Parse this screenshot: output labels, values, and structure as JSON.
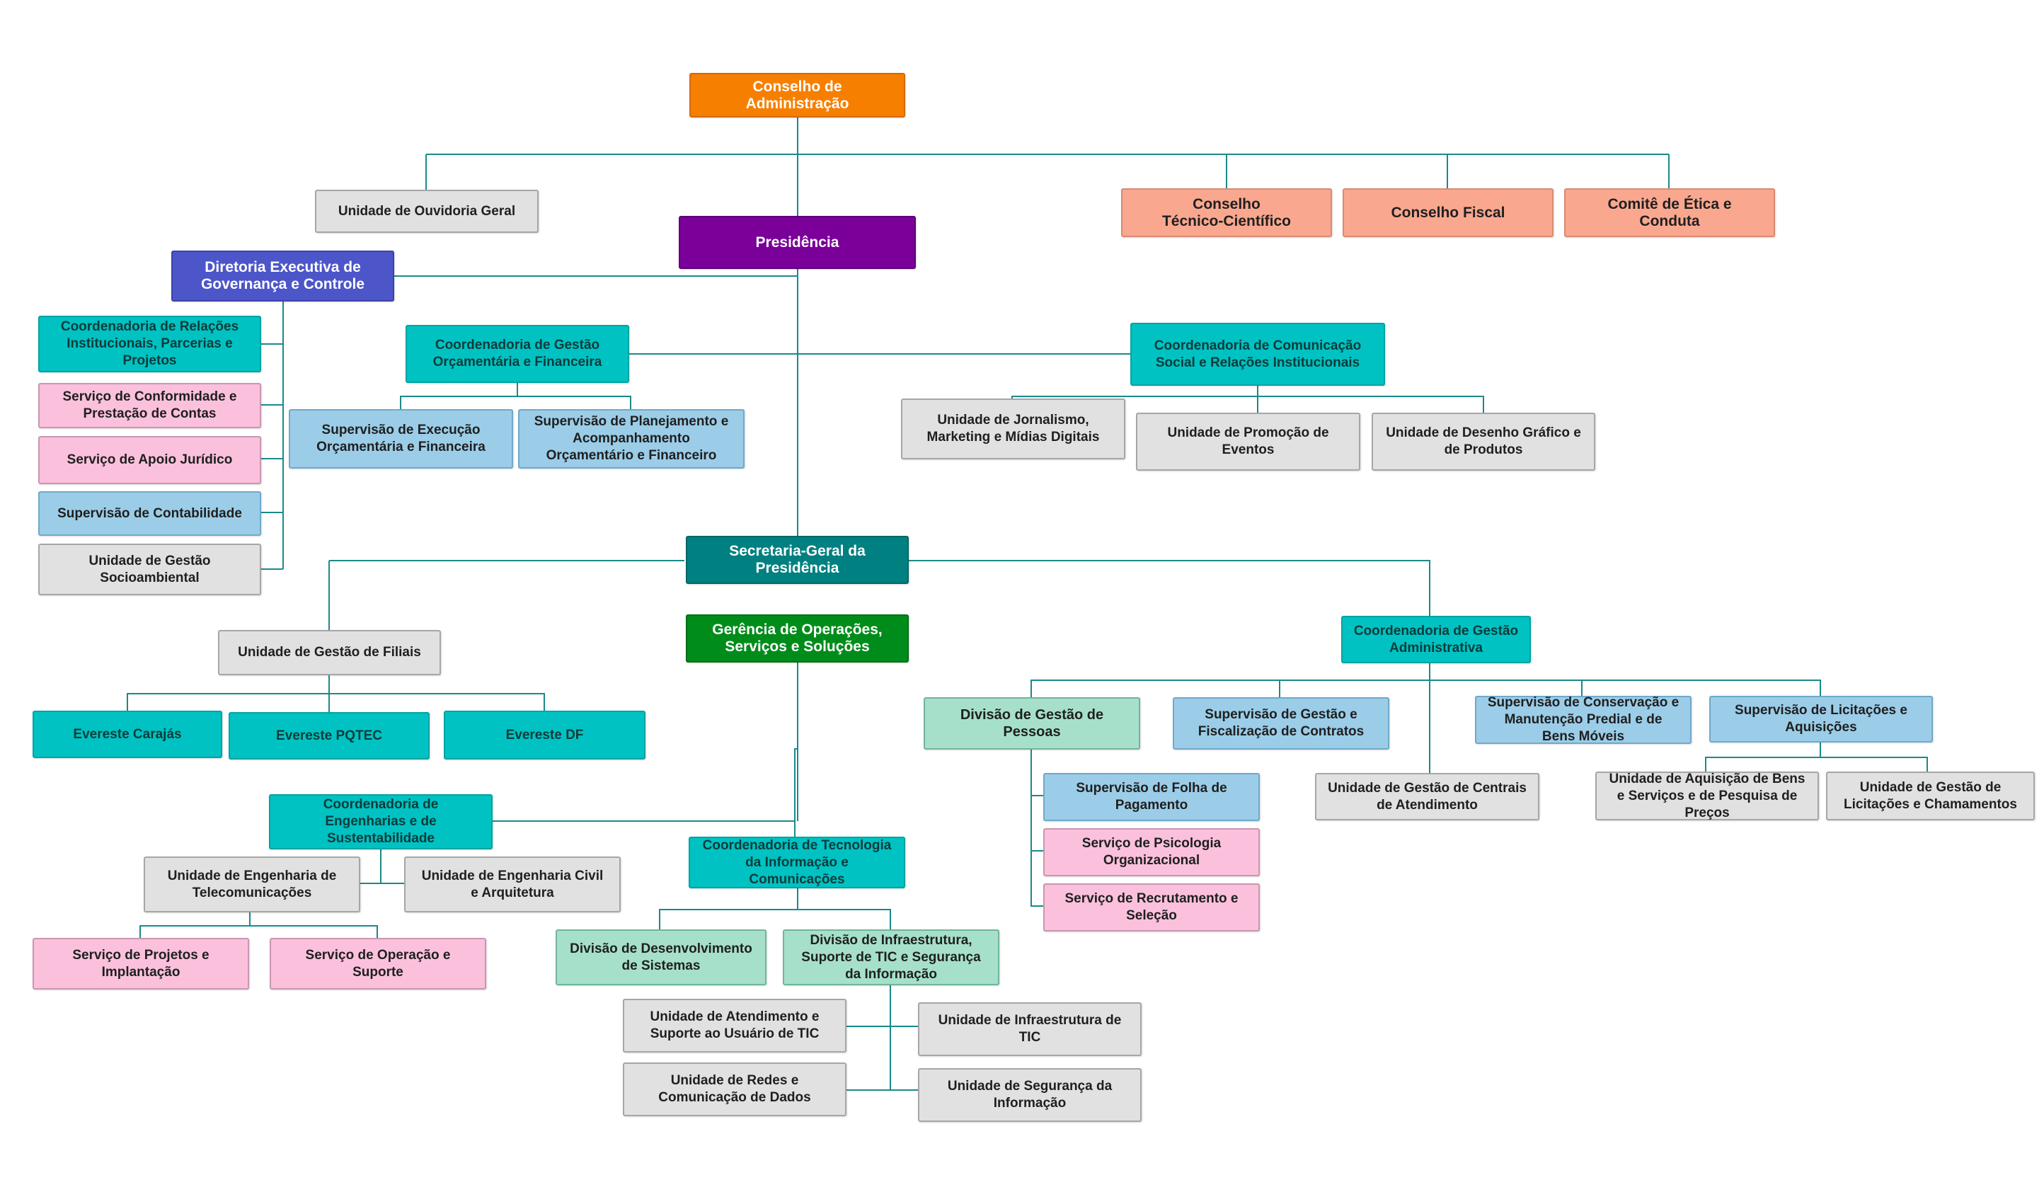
{
  "org_chart": {
    "conselho_administracao": "Conselho de\nAdministração",
    "ouvidoria": "Unidade de Ouvidoria Geral",
    "conselho_tecnico": "Conselho\nTécnico-Científico",
    "conselho_fiscal": "Conselho Fiscal",
    "comite_etica": "Comitê de Ética e\nConduta",
    "presidencia": "Presidência",
    "diretoria_governanca": "Diretoria Executiva de\nGovernança e Controle",
    "coord_relacoes": "Coordenadoria de Relações\nInstitucionais, Parcerias e\nProjetos",
    "serv_conformidade": "Serviço de Conformidade e\nPrestação de Contas",
    "serv_apoio_juridico": "Serviço de Apoio Jurídico",
    "sup_contabilidade": "Supervisão de Contabilidade",
    "unid_socioambiental": "Unidade de Gestão\nSocioambiental",
    "coord_orcamentaria": "Coordenadoria de Gestão\nOrçamentária e Financeira",
    "sup_execucao": "Supervisão de Execução\nOrçamentária e Financeira",
    "sup_planejamento": "Supervisão de Planejamento e\nAcompanhamento\nOrçamentário e Financeiro",
    "coord_comunicacao": "Coordenadoria de Comunicação\nSocial e Relações Institucionais",
    "unid_jornalismo": "Unidade de Jornalismo,\nMarketing e Mídias Digitais",
    "unid_promocao": "Unidade de Promoção de\nEventos",
    "unid_desenho": "Unidade de Desenho Gráfico e\nde Produtos",
    "secretaria_geral": "Secretaria-Geral da\nPresidência",
    "gerencia_operacoes": "Gerência de Operações,\nServiços e Soluções",
    "unid_filiais": "Unidade de Gestão de Filiais",
    "everest_carajas": "Evereste Carajás",
    "everest_pqtec": "Evereste PQTEC",
    "everest_df": "Evereste DF",
    "coord_engenharias": "Coordenadoria de\nEngenharias e de\nSustentabilidade",
    "unid_telecom": "Unidade de Engenharia de\nTelecomunicações",
    "unid_civil": "Unidade de Engenharia Civil\ne Arquitetura",
    "serv_projetos": "Serviço de Projetos e\nImplantação",
    "serv_operacao": "Serviço de Operação e\nSuporte",
    "coord_ti": "Coordenadoria de Tecnologia\nda Informação e\nComunicações",
    "div_desenvolvimento": "Divisão de Desenvolvimento\nde Sistemas",
    "div_infraestrutura": "Divisão de Infraestrutura,\nSuporte de TIC e Segurança\nda Informação",
    "unid_atendimento_tic": "Unidade de Atendimento e\nSuporte ao Usuário de TIC",
    "unid_redes": "Unidade de Redes e\nComunicação de Dados",
    "unid_infra_tic": "Unidade de Infraestrutura de\nTIC",
    "unid_seguranca": "Unidade de Segurança da\nInformação",
    "coord_administrativa": "Coordenadoria de Gestão\nAdministrativa",
    "div_pessoas": "Divisão de Gestão de\nPessoas",
    "sup_folha": "Supervisão de Folha de\nPagamento",
    "serv_psicologia": "Serviço de Psicologia\nOrganizacional",
    "serv_recrutamento": "Serviço de Recrutamento e\nSeleção",
    "sup_contratos": "Supervisão de Gestão e\nFiscalização de Contratos",
    "sup_conservacao": "Supervisão de Conservação e\nManutenção Predial e de\nBens Móveis",
    "unid_centrais": "Unidade de Gestão de Centrais\nde Atendimento",
    "sup_licitacoes": "Supervisão de Licitações e\nAquisições",
    "unid_aquisicao": "Unidade de Aquisição de Bens\ne Serviços e de Pesquisa de\nPreços",
    "unid_chamamentos": "Unidade de Gestão de\nLicitações e Chamamentos"
  },
  "colors": {
    "connector": "#1a8a8a",
    "orange": "#f77f00",
    "purple": "#7a0099",
    "indigo": "#4c56c9",
    "teal": "#00c2c2",
    "teal_dark": "#008080",
    "green": "#008c1a",
    "salmon": "#f9a88f",
    "grey": "#e1e1e1",
    "pink": "#fbc1dc",
    "blue": "#9bcde8",
    "mint": "#a6e0cb"
  }
}
